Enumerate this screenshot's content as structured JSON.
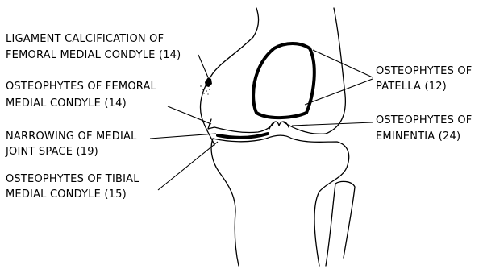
{
  "labels": {
    "ligament_line1": "LIGAMENT CALCIFICATION OF",
    "ligament_line2": "FEMORAL MEDIAL CONDYLE (14)",
    "femoral_line1": "OSTEOPHYTES OF FEMORAL",
    "femoral_line2": "MEDIAL CONDYLE (14)",
    "narrowing_line1": "NARROWING OF MEDIAL",
    "narrowing_line2": "JOINT SPACE (19)",
    "tibial_line1": "OSTEOPHYTES OF TIBIAL",
    "tibial_line2": "MEDIAL CONDYLE (15)",
    "patella_line1": "OSTEOPHYTES OF",
    "patella_line2": "PATELLA (12)",
    "eminentia_line1": "OSTEOPHYTES OF",
    "eminentia_line2": "EMINENTIA (24)"
  }
}
